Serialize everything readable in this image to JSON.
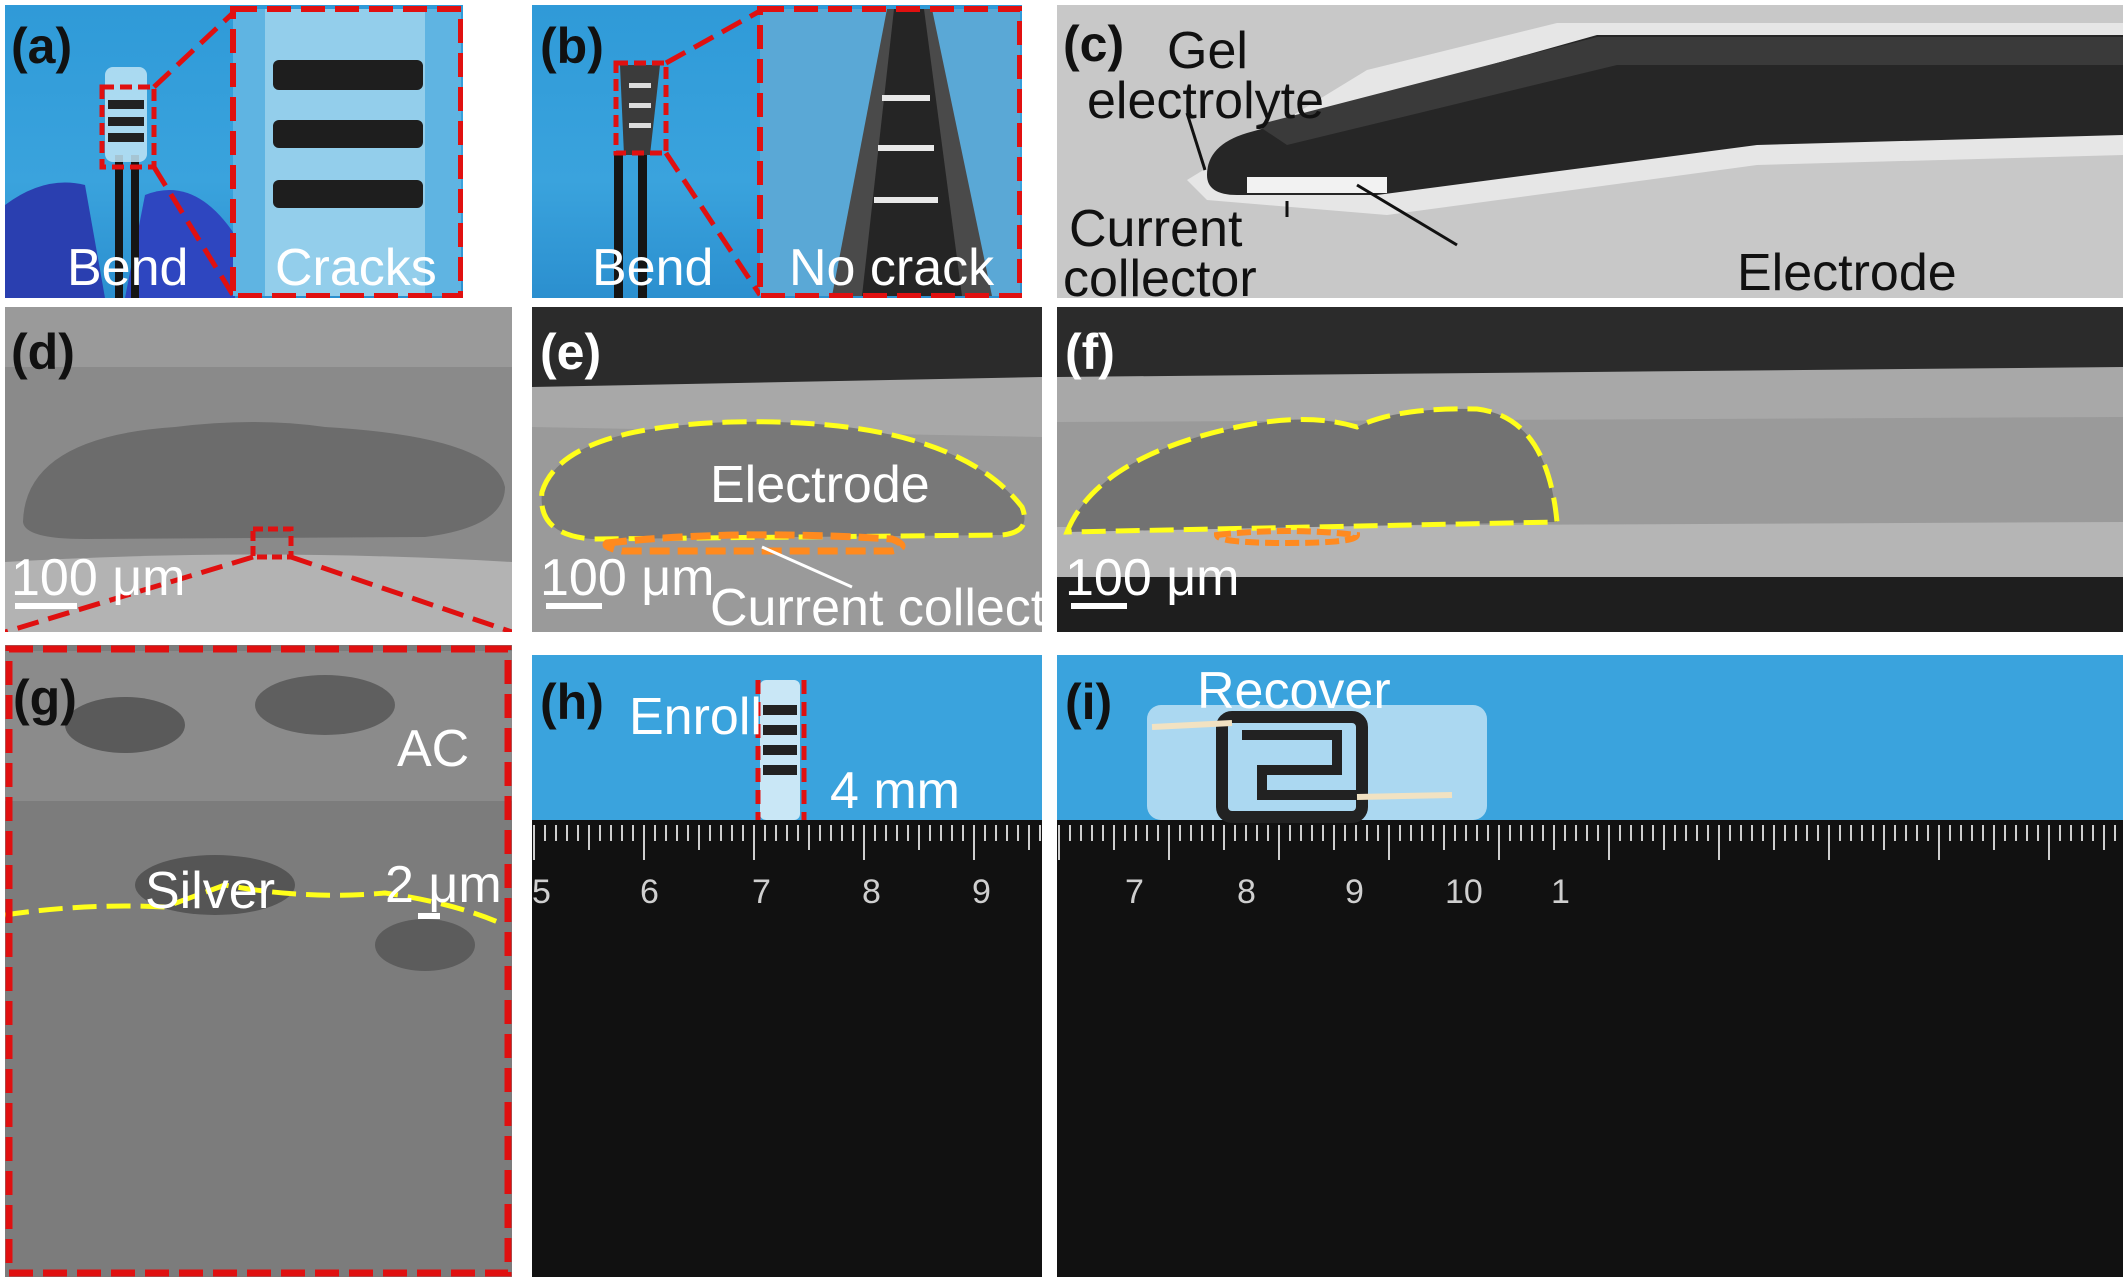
{
  "figure": {
    "panel_labels": [
      "(a)",
      "(b)",
      "(c)",
      "(d)",
      "(e)",
      "(f)",
      "(g)",
      "(h)",
      "(i)"
    ],
    "a": {
      "left_caption": "Bend",
      "right_caption": "Cracks"
    },
    "b": {
      "left_caption": "Bend",
      "right_caption": "No crack"
    },
    "c": {
      "gel_label_line1": "Gel",
      "gel_label_line2": "electrolyte",
      "collector_line1": "Current",
      "collector_line2": "collector",
      "electrode_label": "Electrode"
    },
    "d": {
      "scale_bar": "100 μm"
    },
    "e": {
      "electrode_label": "Electrode",
      "scale_bar": "100 μm",
      "collector_label": "Current collector"
    },
    "f": {
      "scale_bar": "100 μm"
    },
    "g": {
      "top_label": "AC",
      "bottom_label": "Silver",
      "scale_bar": "2 μm"
    },
    "h": {
      "label": "Enroll",
      "size": "4 mm",
      "ruler_ticks": [
        "5",
        "6",
        "7",
        "8",
        "9"
      ]
    },
    "i": {
      "label": "Recover",
      "ruler_ticks": [
        "7",
        "8",
        "9",
        "10",
        "1"
      ]
    },
    "colors": {
      "highlight_red": "#e01010",
      "outline_yellow": "#ffff1a",
      "outline_orange": "#ff8a1f",
      "photo_blue": "#3aa3dd"
    }
  }
}
